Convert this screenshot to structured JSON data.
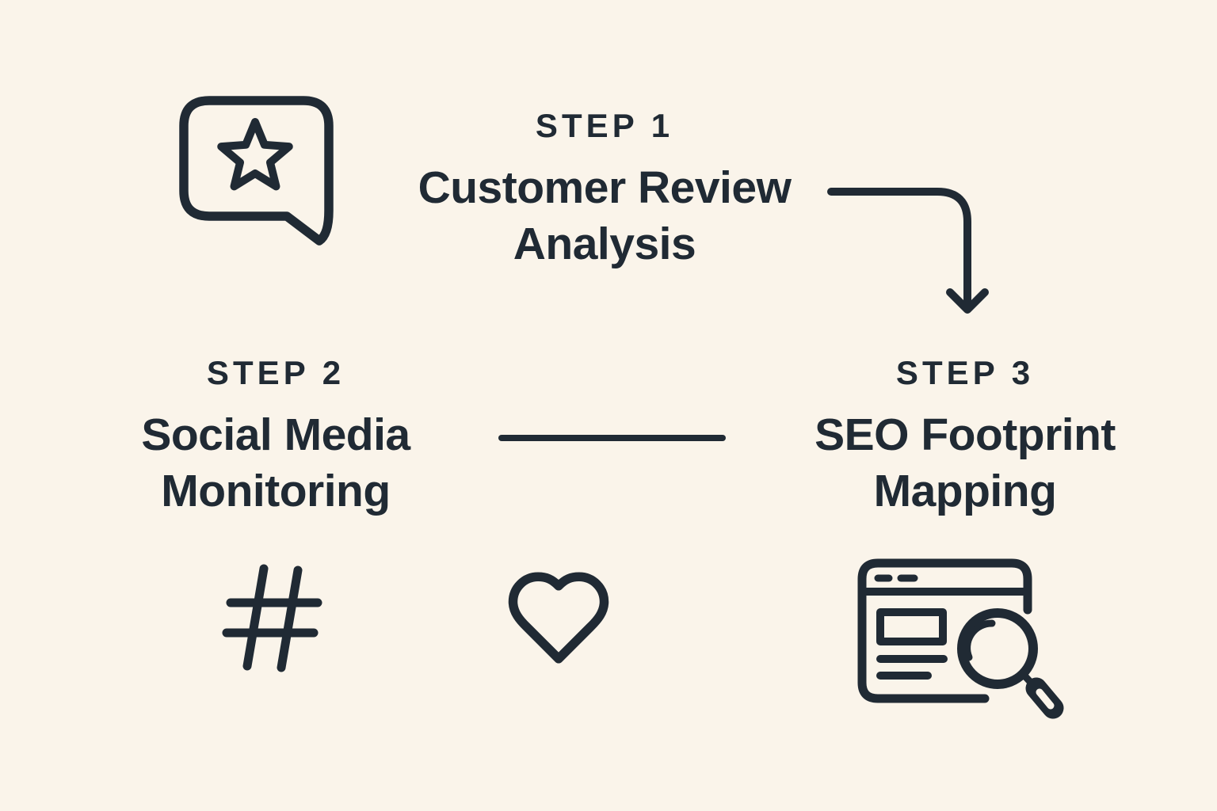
{
  "colors": {
    "background": "#FAF4EA",
    "ink": "#202A34"
  },
  "steps": [
    {
      "label": "STEP 1",
      "title_line1": "Customer Review",
      "title_line2": "Analysis",
      "icon": "review-speech-bubble-star-icon"
    },
    {
      "label": "STEP 2",
      "title_line1": "Social Media",
      "title_line2": "Monitoring",
      "icon": "hashtag-icon"
    },
    {
      "label": "STEP 3",
      "title_line1": "SEO Footprint",
      "title_line2": "Mapping",
      "icon": "browser-seo-search-icon"
    }
  ],
  "decorations": {
    "arrow": "curved-arrow-step1-to-step3",
    "connector": "line-step2-to-step3",
    "heart": "heart-icon"
  }
}
